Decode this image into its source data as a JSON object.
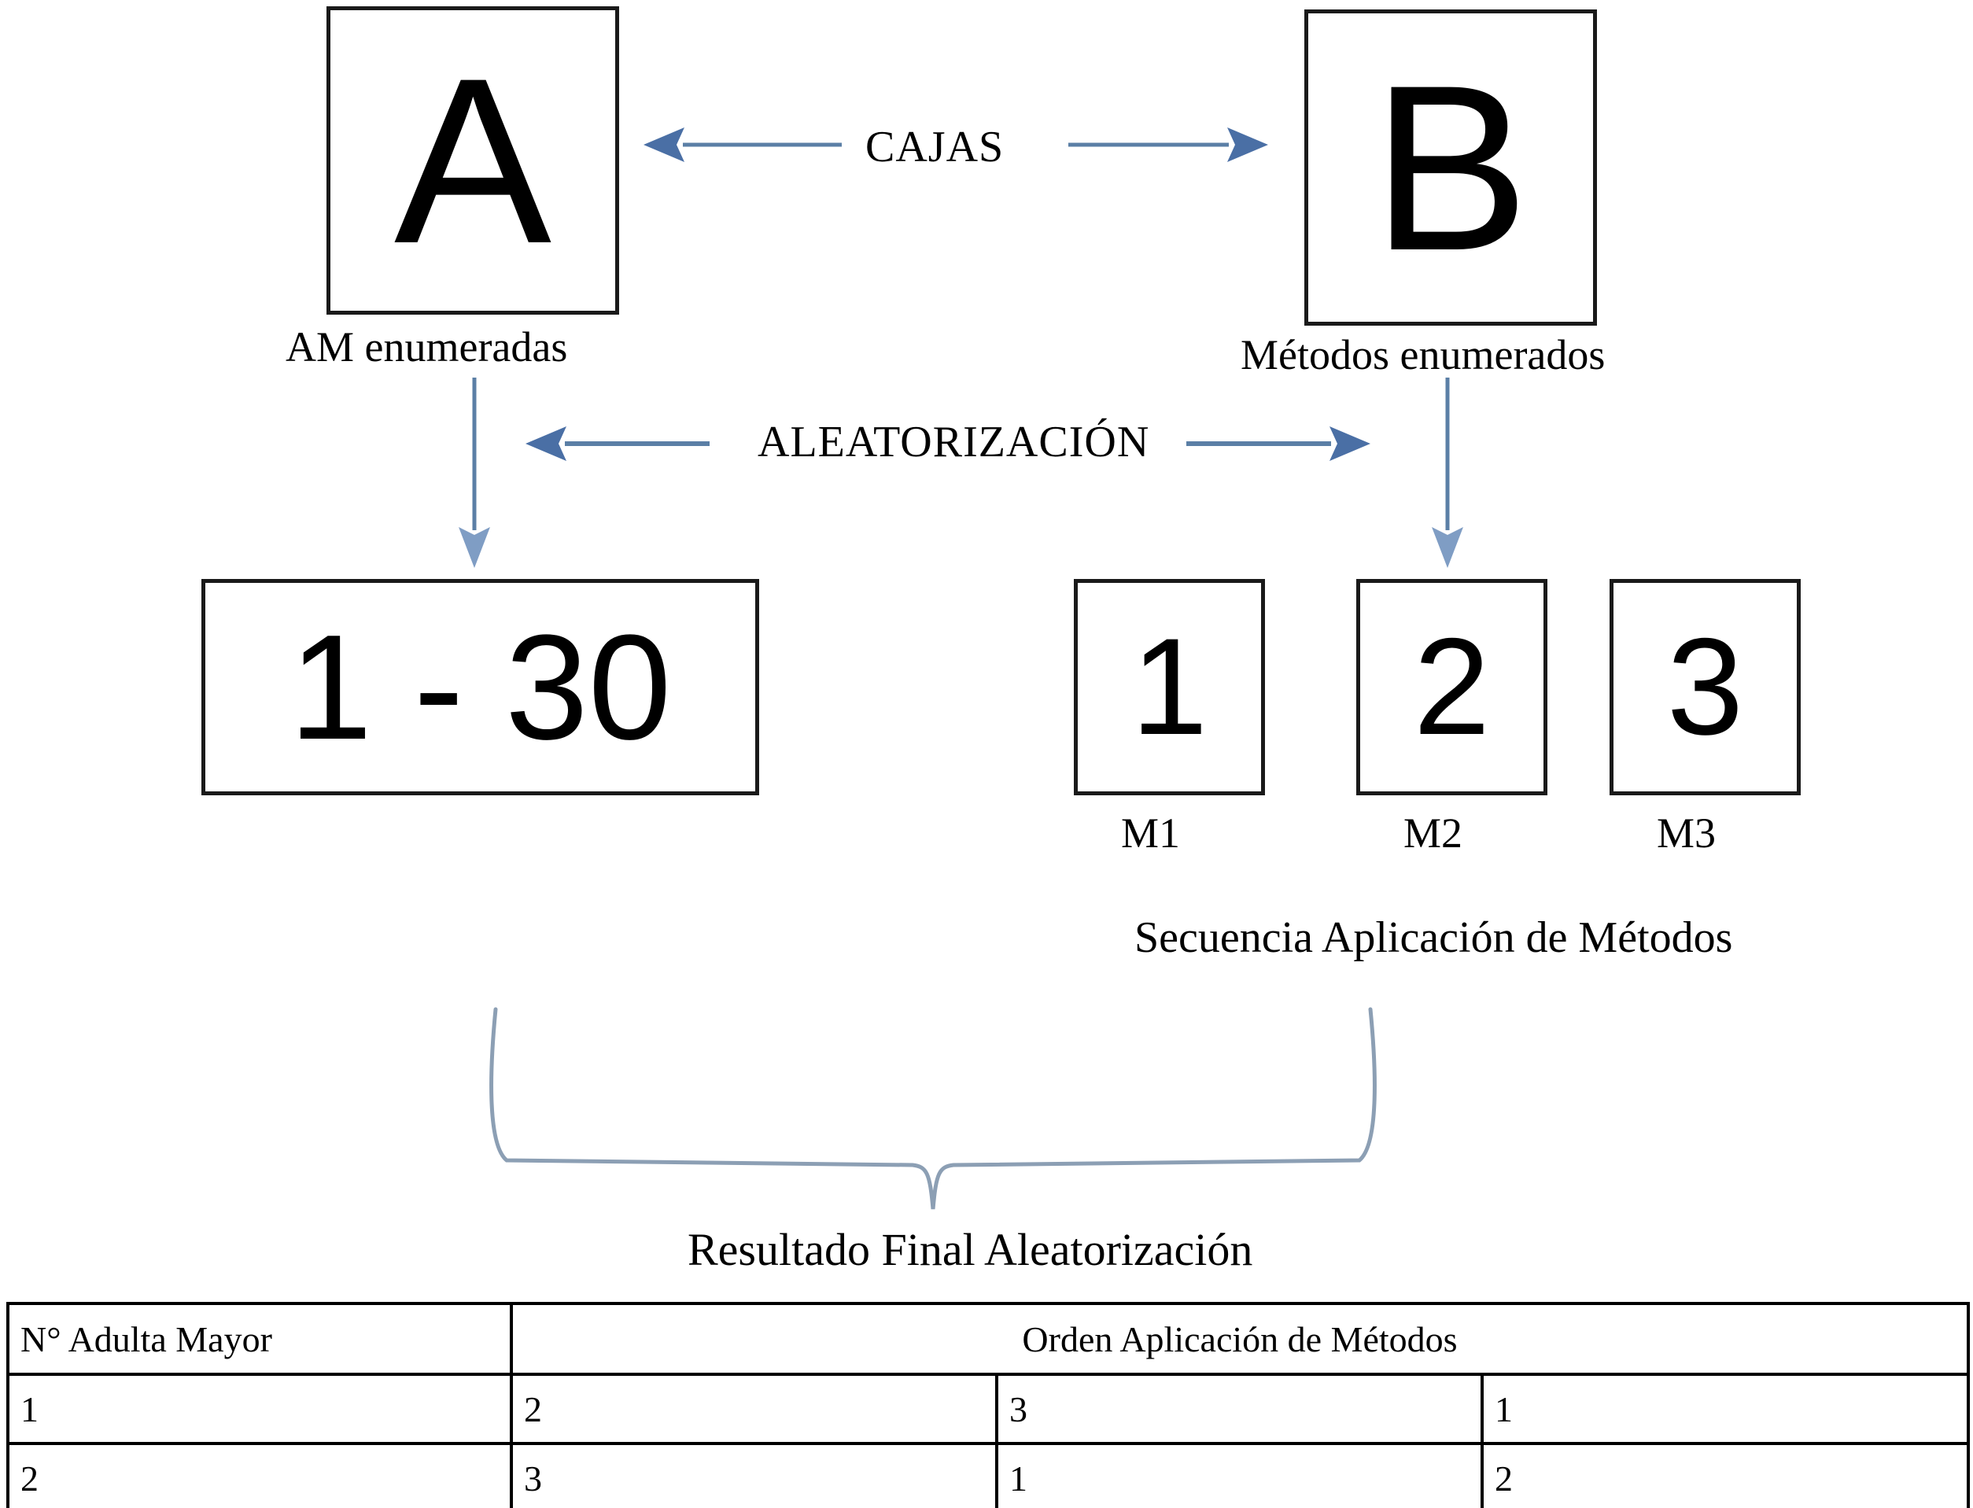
{
  "diagram": {
    "title_hidden": "",
    "colors": {
      "arrow": "#5b7fa6",
      "arrow_head": "#4a6fa5",
      "brace": "#7a8fa6",
      "box_border": "#1a1a1a",
      "text": "#000000"
    },
    "boxes": [
      {
        "id": "box-a",
        "glyph": "A",
        "caption": "AM enumeradas"
      },
      {
        "id": "box-b",
        "glyph": "B",
        "caption": "Métodos enumerados"
      },
      {
        "id": "box-range",
        "glyph": "1 - 30",
        "caption": ""
      },
      {
        "id": "box-m1",
        "glyph": "1",
        "caption": "M1"
      },
      {
        "id": "box-m2",
        "glyph": "2",
        "caption": "M2"
      },
      {
        "id": "box-m3",
        "glyph": "3",
        "caption": "M3"
      }
    ],
    "labels": {
      "cajas": "CAJAS",
      "aleatorizacion": "ALEATORIZACIÓN",
      "secuencia": "Secuencia Aplicación de Métodos",
      "resultado": "Resultado Final Aleatorización"
    }
  },
  "table": {
    "headers": [
      "N° Adulta Mayor",
      "Orden Aplicación de Métodos"
    ],
    "rows": [
      {
        "n": "1",
        "orden": [
          "2",
          "3",
          "1"
        ]
      },
      {
        "n": "2",
        "orden": [
          "3",
          "1",
          "2"
        ]
      }
    ]
  }
}
